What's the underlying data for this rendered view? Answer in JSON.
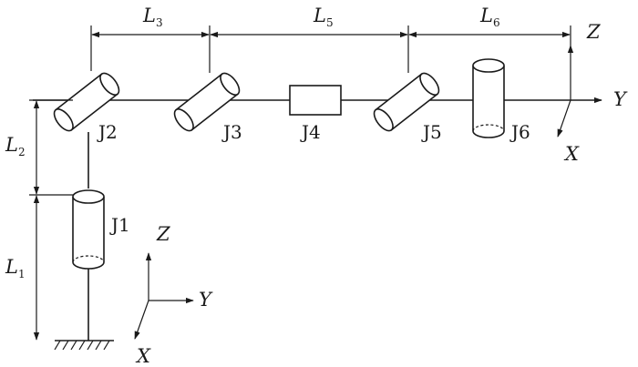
{
  "joints": {
    "j1": "J1",
    "j2": "J2",
    "j3": "J3",
    "j4": "J4",
    "j5": "J5",
    "j6": "J6"
  },
  "dimensions": {
    "l1": {
      "letter": "L",
      "sub": "1"
    },
    "l2": {
      "letter": "L",
      "sub": "2"
    },
    "l3": {
      "letter": "L",
      "sub": "3"
    },
    "l5": {
      "letter": "L",
      "sub": "5"
    },
    "l6": {
      "letter": "L",
      "sub": "6"
    }
  },
  "base_frame": {
    "z": "Z",
    "y": "Y",
    "x": "X"
  },
  "tool_frame": {
    "z": "Z",
    "y": "Y",
    "x": "X"
  },
  "colors": {
    "line": "#1a1a1a",
    "background": "#ffffff"
  }
}
